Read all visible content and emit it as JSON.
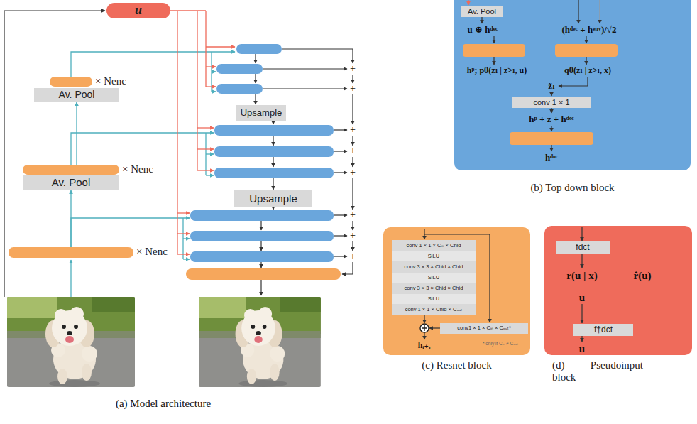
{
  "diagram": {
    "nodes": [
      {
        "text": [
          "u"
        ]
      },
      {
        "text": [
          "× Nenc"
        ]
      },
      {
        "text": [
          "Av. Pool"
        ]
      },
      {
        "text": [
          "× Nenc"
        ]
      },
      {
        "text": [
          "Av. Pool"
        ]
      },
      {
        "text": [
          "× Nenc"
        ]
      },
      {
        "text": [
          "Upsample"
        ]
      },
      {
        "text": [
          "Upsample"
        ]
      },
      {
        "text": [
          "(b) Top down block"
        ]
      },
      {
        "text": [
          "Av. Pool"
        ],
        "in": 8
      },
      {
        "text": [
          "conv 1 × 1"
        ],
        "in": 8
      },
      {
        "text": [
          "(c) Resnet block"
        ]
      },
      {
        "text": [
          "conv 1 × 1 × Cᵢₙ × Chid"
        ],
        "in": 11
      },
      {
        "text": [
          "SiLU"
        ],
        "in": 11
      },
      {
        "text": [
          "conv 3 × 3 × Chid × Chid"
        ],
        "in": 11
      },
      {
        "text": [
          "SiLU"
        ],
        "in": 11
      },
      {
        "text": [
          "conv 3 × 3 × Chid × Chid"
        ],
        "in": 11
      },
      {
        "text": [
          "SiLU"
        ],
        "in": 11
      },
      {
        "text": [
          "conv 1 × 1 × Chid × Cₒᵤₜ"
        ],
        "in": 11
      },
      {
        "text": [
          "conv1 × 1 × Cᵢₙ × Cₒᵤₜ*"
        ],
        "in": 11
      },
      {
        "text": [
          "(d) Pseudoinput block"
        ]
      },
      {
        "text": [
          "fdct"
        ],
        "in": 20
      },
      {
        "text": [
          "f†dct"
        ],
        "in": 20
      }
    ],
    "edges": [
      {
        "from": 5,
        "to": 4,
        "arrow": "to"
      },
      {
        "from": 3,
        "to": 2,
        "arrow": "to"
      }
    ],
    "labels": [
      "(a) Model architecture",
      "+",
      "+",
      "+",
      "+",
      "+",
      "+",
      "+",
      "+",
      "u ⊕ hᵈᵉᶜ",
      "(hᵈᵉᶜ + hᵉⁿᵛ)/√2",
      "hᵖ; pθ(zₗ | z>ₗ, u)",
      "qθ(zₗ | z>ₗ, x)",
      "z̃ₗ",
      "hᵖ + z + hᵈᵉᶜ",
      "hᵈᵉᶜ",
      "hᵢ₊₁",
      "* only if Cᵢₙ ≠ Cₒᵤₜ",
      "r(u | x)",
      "r̂(u)",
      "u",
      "u"
    ]
  }
}
